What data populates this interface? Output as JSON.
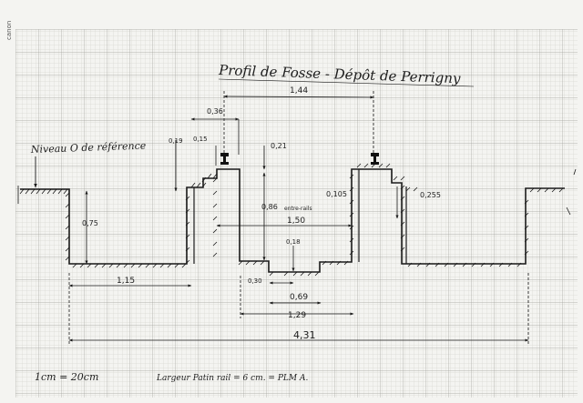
{
  "title": "Profil de Fosse - Dépôt de Perrigny",
  "corner_mark": "canon",
  "reference_label": "Niveau O de référence",
  "dimensions": {
    "top_span": "1,44",
    "d036": "0,36",
    "d019": "0,19",
    "d015": "0,15",
    "d021": "0,21",
    "d075": "0,75",
    "d086": "0,86",
    "entre_rails": "entre-rails",
    "d150": "1,50",
    "d105": "0,105",
    "d255": "0,255",
    "d018": "0,18",
    "d030": "0,30",
    "d069": "0,69",
    "d129": "1,29",
    "d115": "1,15",
    "total": "4,31"
  },
  "footer": {
    "scale": "1cm = 20cm",
    "note": "Largeur Patin rail = 6 cm.  =  PLM  A."
  }
}
